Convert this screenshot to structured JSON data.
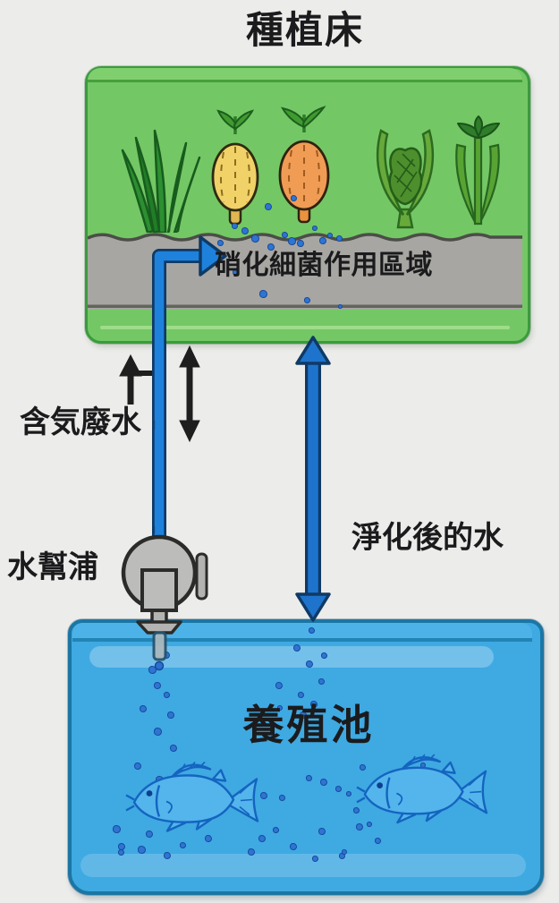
{
  "title": "種植床",
  "grow_bed": {
    "soil_zone_label": "硝化細菌作用區域",
    "plants": [
      {
        "name": "grass-plant"
      },
      {
        "name": "yellow-root-vegetable"
      },
      {
        "name": "orange-root-vegetable"
      },
      {
        "name": "leafy-vegetable"
      },
      {
        "name": "stem-plant"
      }
    ]
  },
  "flows": {
    "aerated_wastewater_label": "含気廢水",
    "purified_water_label": "淨化後的水"
  },
  "pump": {
    "label": "水幫浦"
  },
  "fish_tank": {
    "label": "養殖池",
    "fish_count": 2
  },
  "colors": {
    "background": "#ececea",
    "bed_green": "#74c765",
    "bed_border": "#3a9b3d",
    "soil_gray": "#a7a6a2",
    "pipe_blue": "#1e82dc",
    "arrow_blue": "#1e74cc",
    "arrow_outline": "#0f3a66",
    "black_arrow": "#1e1e1e",
    "tank_blue": "#3fa9e2",
    "tank_border": "#1b76a4",
    "bubble_blue": "#2e74d3",
    "pump_gray": "#bcbcba",
    "text_black": "#1b1b1d"
  },
  "bubbles": {
    "bed": [
      [
        300,
        231,
        8
      ],
      [
        328,
        221,
        7
      ],
      [
        262,
        252,
        7
      ],
      [
        274,
        258,
        8
      ],
      [
        285,
        266,
        9
      ],
      [
        303,
        276,
        8
      ],
      [
        318,
        262,
        7
      ],
      [
        326,
        269,
        9
      ],
      [
        336,
        272,
        8
      ],
      [
        361,
        269,
        8
      ],
      [
        369,
        263,
        6
      ],
      [
        379,
        266,
        7
      ],
      [
        246,
        271,
        7
      ],
      [
        294,
        328,
        9
      ],
      [
        343,
        335,
        7
      ],
      [
        380,
        342,
        5
      ],
      [
        263,
        304,
        6
      ],
      [
        352,
        255,
        6
      ]
    ],
    "tank": [
      [
        186,
        732,
        8
      ],
      [
        170,
        748,
        9
      ],
      [
        176,
        766,
        8
      ],
      [
        186,
        776,
        7
      ],
      [
        160,
        792,
        8
      ],
      [
        191,
        799,
        8
      ],
      [
        176,
        817,
        9
      ],
      [
        194,
        836,
        8
      ],
      [
        154,
        856,
        8
      ],
      [
        178,
        871,
        9
      ],
      [
        348,
        704,
        7
      ],
      [
        332,
        724,
        8
      ],
      [
        346,
        742,
        8
      ],
      [
        362,
        732,
        7
      ],
      [
        312,
        766,
        8
      ],
      [
        336,
        776,
        7
      ],
      [
        351,
        787,
        8
      ],
      [
        313,
        791,
        6
      ],
      [
        339,
        799,
        8
      ],
      [
        359,
        761,
        7
      ],
      [
        345,
        869,
        7
      ],
      [
        362,
        874,
        8
      ],
      [
        378,
        881,
        7
      ],
      [
        390,
        887,
        6
      ],
      [
        405,
        857,
        7
      ],
      [
        473,
        855,
        6
      ],
      [
        398,
        905,
        7
      ],
      [
        413,
        921,
        6
      ],
      [
        130,
        926,
        9
      ],
      [
        167,
        932,
        8
      ],
      [
        136,
        946,
        8
      ],
      [
        158,
        949,
        9
      ],
      [
        187,
        956,
        8
      ],
      [
        204,
        944,
        7
      ],
      [
        233,
        937,
        8
      ],
      [
        295,
        889,
        8
      ],
      [
        315,
        891,
        7
      ],
      [
        293,
        937,
        8
      ],
      [
        308,
        927,
        7
      ],
      [
        328,
        946,
        8
      ],
      [
        360,
        929,
        8
      ],
      [
        382,
        956,
        7
      ],
      [
        402,
        924,
        8
      ],
      [
        422,
        939,
        7
      ],
      [
        135,
        952,
        7
      ],
      [
        281,
        952,
        8
      ],
      [
        352,
        959,
        7
      ],
      [
        385,
        952,
        6
      ]
    ]
  }
}
